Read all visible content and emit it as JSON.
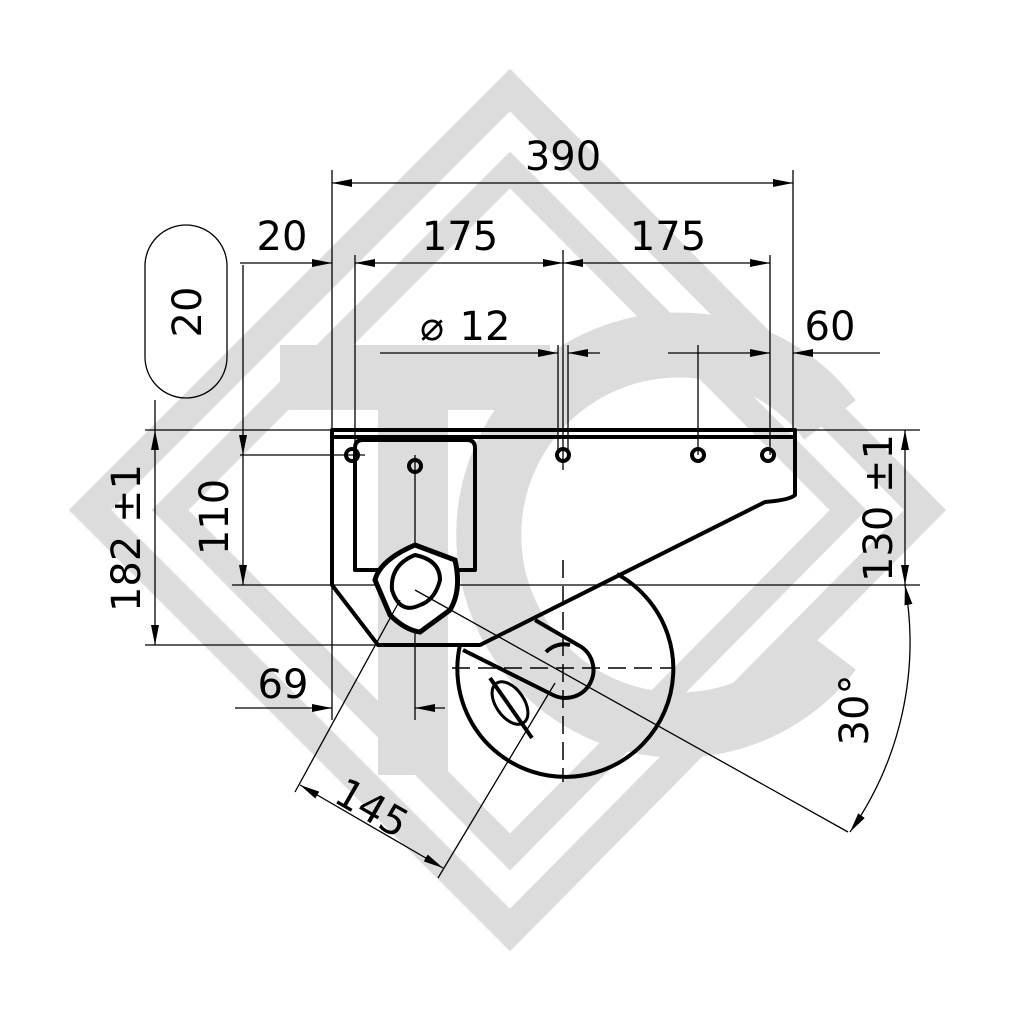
{
  "watermark": {
    "text": "TC",
    "color": "#dcdcdc"
  },
  "dimensions": {
    "overall_width": "390",
    "left_offset": "20",
    "spacing_1": "175",
    "spacing_2": "175",
    "hole_diameter_symbol": "⌀",
    "hole_diameter": "12",
    "right_offset": "60",
    "slot_width": "20",
    "total_height": "182 ±1",
    "hole_depth": "110",
    "axle_height": "130 ±1",
    "knob_offset": "69",
    "arm_length": "145",
    "arm_angle": "30°"
  }
}
